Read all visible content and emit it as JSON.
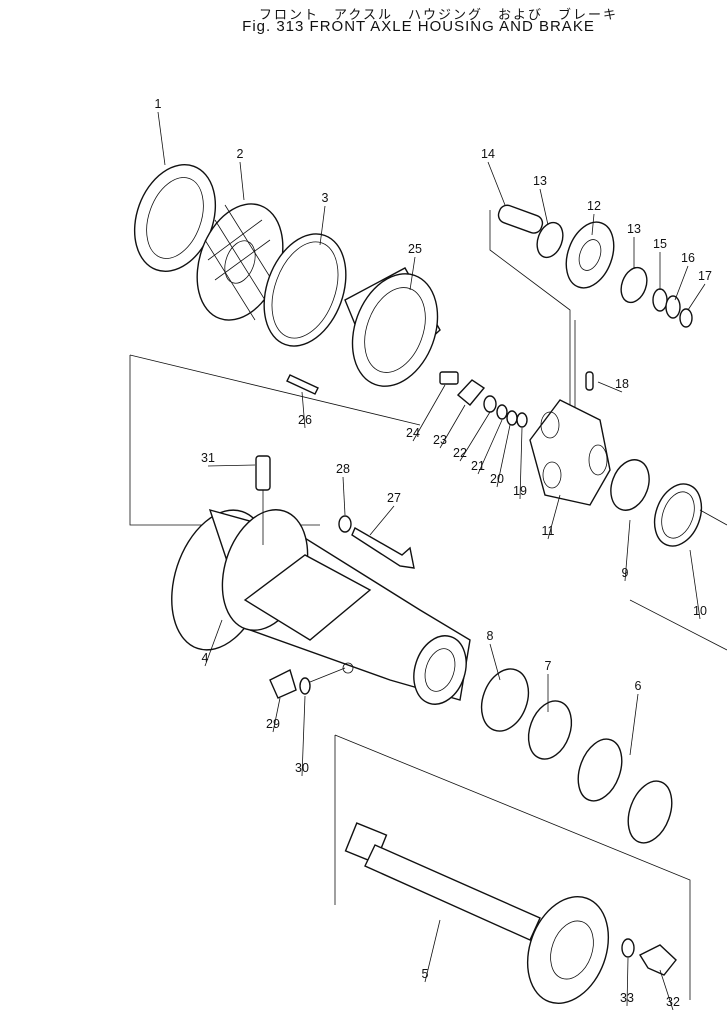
{
  "title": {
    "japanese": "フロント　アクスル　ハウジング　および　ブレーキ",
    "english": "Fig. 313 FRONT AXLE HOUSING AND BRAKE"
  },
  "callouts": [
    "1",
    "2",
    "3",
    "4",
    "5",
    "6",
    "7",
    "8",
    "9",
    "10",
    "11",
    "12",
    "13",
    "13",
    "14",
    "15",
    "16",
    "17",
    "18",
    "19",
    "20",
    "21",
    "22",
    "23",
    "24",
    "25",
    "26",
    "27",
    "28",
    "29",
    "30",
    "31",
    "32",
    "33"
  ]
}
